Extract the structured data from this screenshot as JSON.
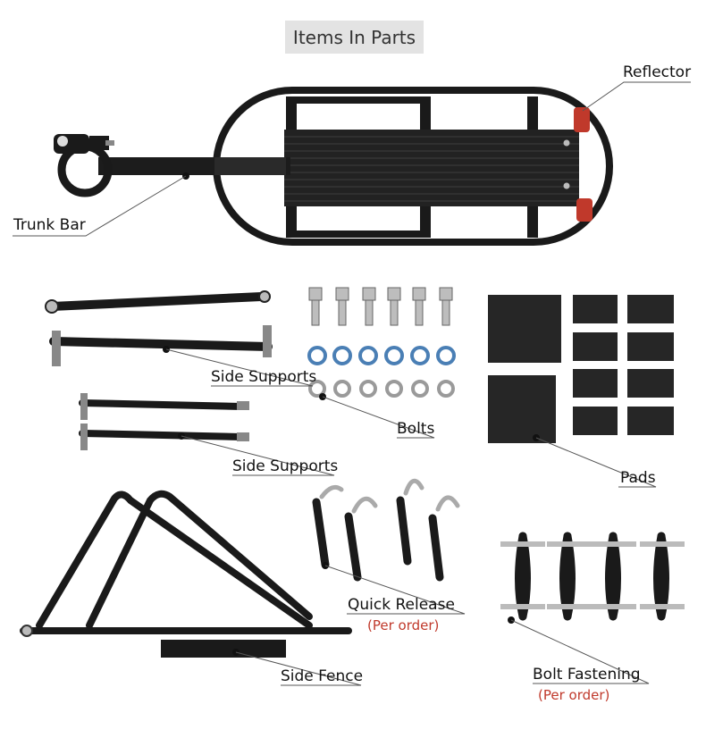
{
  "title": "Items In Parts",
  "labels": {
    "reflector": "Reflector",
    "trunk_bar": "Trunk Bar",
    "side_supports_1": "Side Supports",
    "side_supports_2": "Side Supports",
    "bolts": "Bolts",
    "pads": "Pads",
    "quick_release": "Quick Release",
    "quick_release_note": "(Per order)",
    "side_fence": "Side Fence",
    "bolt_fastening": "Bolt Fastening",
    "bolt_fastening_note": "(Per order)"
  },
  "colors": {
    "metal": "#1a1a1a",
    "label_line": "#555555",
    "note_red": "#c0392b",
    "reflector_red": "#c0392b",
    "title_bg": "#e3e3e3"
  }
}
